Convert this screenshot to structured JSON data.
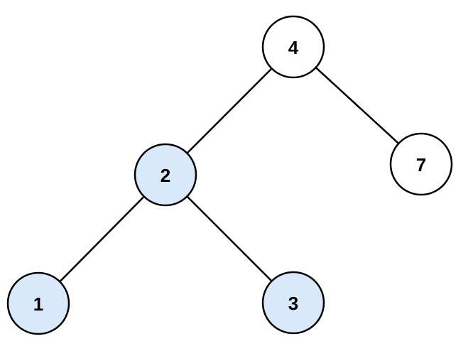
{
  "tree": {
    "nodes": [
      {
        "id": "n4",
        "label": "4",
        "highlighted": false
      },
      {
        "id": "n2",
        "label": "2",
        "highlighted": true
      },
      {
        "id": "n7",
        "label": "7",
        "highlighted": false
      },
      {
        "id": "n1",
        "label": "1",
        "highlighted": true
      },
      {
        "id": "n3",
        "label": "3",
        "highlighted": true
      }
    ],
    "edges": [
      {
        "from": "n4",
        "to": "n2"
      },
      {
        "from": "n4",
        "to": "n7"
      },
      {
        "from": "n2",
        "to": "n1"
      },
      {
        "from": "n2",
        "to": "n3"
      }
    ]
  },
  "colors": {
    "highlight_fill": "#dae8fc",
    "default_fill": "#ffffff",
    "stroke": "#000000"
  }
}
